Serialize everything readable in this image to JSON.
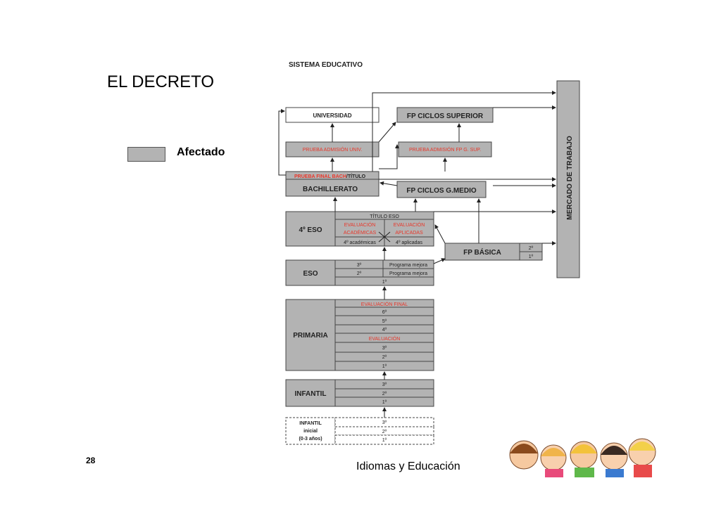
{
  "slide": {
    "title": "EL DECRETO",
    "legend_label": "Afectado",
    "page_number": "28",
    "footer": "Idiomas y Educación"
  },
  "colors": {
    "affected_fill": "#b3b3b3",
    "highlight_text": "#e8372a",
    "box_border": "#444444"
  },
  "diagram": {
    "title": "SISTEMA EDUCATIVO",
    "mercado": "MERCADO DE TRABAJO",
    "universidad": "UNIVERSIDAD",
    "fp_superior": "FP CICLOS SUPERIOR",
    "prueba_univ": "PRUEBA ADMISIÓN UNIV.",
    "prueba_fp": "PRUEBA ADMISIÓN FP G. SUP.",
    "prueba_final": "PRUEBA FINAL BACH",
    "titulo_sep": "/TÍTULO",
    "bachillerato": "BACHILLERATO",
    "fp_medio": "FP CICLOS G.MEDIO",
    "eso4": "4º ESO",
    "titulo_eso": "TÍTULO ESO",
    "eval_acad_1": "EVALUACIÓN",
    "eval_acad_2": "ACADÉMICAS",
    "eval_apl_1": "EVALUACIÓN",
    "eval_apl_2": "APLICADAS",
    "acad": "4º académicas",
    "apl": "4º aplicadas",
    "fp_basica": "FP BÁSICA",
    "fpb_2": "2º",
    "fpb_1": "1º",
    "eso": "ESO",
    "eso_3": "3º",
    "eso_2": "2º",
    "prog_3": "Programa mejora",
    "prog_2": "Programa mejora",
    "eso_1": "1º",
    "primaria": "PRIMARIA",
    "eval_final": "EVALUACIÓN FINAL",
    "p6": "6º",
    "p5": "5º",
    "p4": "4º",
    "eval": "EVALUACIÓN",
    "p3": "3º",
    "p2": "2º",
    "p1": "1º",
    "infantil": "INFANTIL",
    "i3": "3º",
    "i2": "2º",
    "i1": "1º",
    "inicial_1": "INFANTIL",
    "inicial_2": "inicial",
    "inicial_3": "(0-3 años)",
    "ii3": "3º",
    "ii2": "2º",
    "ii1": "1º"
  }
}
